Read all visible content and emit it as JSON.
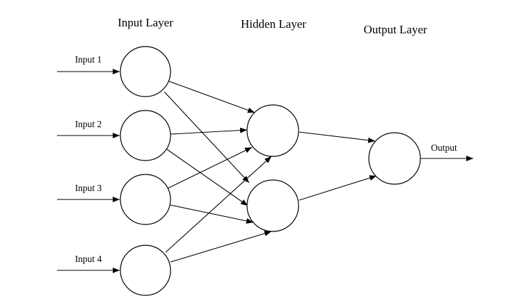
{
  "layers": {
    "input_title": "Input Layer",
    "hidden_title": "Hidden Layer",
    "output_title": "Output Layer"
  },
  "inputs": [
    {
      "label": "Input 1"
    },
    {
      "label": "Input 2"
    },
    {
      "label": "Input 3"
    },
    {
      "label": "Input 4"
    }
  ],
  "output": {
    "label": "Output"
  },
  "connections": [
    {
      "from": "input-1",
      "to": "hidden-1"
    },
    {
      "from": "input-1",
      "to": "hidden-2"
    },
    {
      "from": "input-2",
      "to": "hidden-1"
    },
    {
      "from": "input-2",
      "to": "hidden-2"
    },
    {
      "from": "input-3",
      "to": "hidden-1"
    },
    {
      "from": "input-3",
      "to": "hidden-2"
    },
    {
      "from": "input-4",
      "to": "hidden-1"
    },
    {
      "from": "input-4",
      "to": "hidden-2"
    },
    {
      "from": "hidden-1",
      "to": "output-1"
    },
    {
      "from": "hidden-2",
      "to": "output-1"
    }
  ],
  "colors": {
    "stroke": "#000000",
    "background": "#ffffff"
  }
}
